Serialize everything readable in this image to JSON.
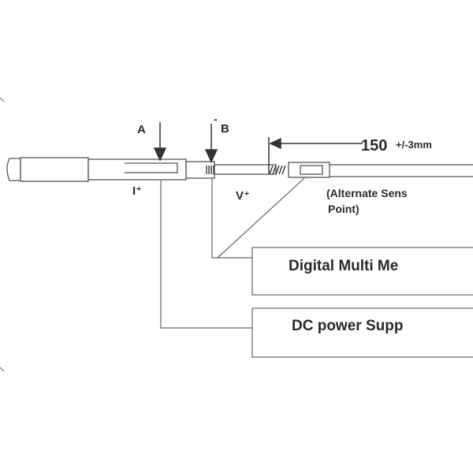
{
  "labels": {
    "a": "A",
    "b": "B",
    "b_mark": "-",
    "i_plus": "I⁺",
    "v_plus": "V⁺",
    "dimension_value": "150",
    "dimension_tolerance": "+/-3mm",
    "alternate_line1": "(Alternate Sens",
    "alternate_line2": "Point)"
  },
  "boxes": {
    "dmm": "Digital Multi Me",
    "dc_supply": "DC power Supp"
  },
  "colors": {
    "ink": "#2a2a2a",
    "line": "#555555",
    "fill": "#ffffff"
  }
}
